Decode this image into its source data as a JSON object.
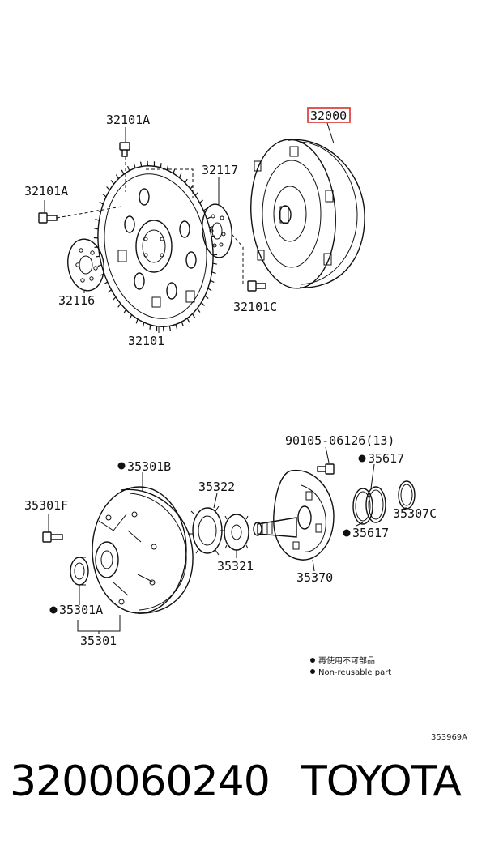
{
  "diagram": {
    "labels": {
      "l_32101A_top": "32101A",
      "l_32101A_left": "32101A",
      "l_32117": "32117",
      "l_32000": "32000",
      "l_32116": "32116",
      "l_32101C": "32101C",
      "l_32101": "32101",
      "l_35301B": "35301B",
      "l_35322": "35322",
      "l_90105": "90105-06126(13)",
      "l_35617_top": "35617",
      "l_35301F": "35301F",
      "l_35307C": "35307C",
      "l_35617_bottom": "35617",
      "l_35321": "35321",
      "l_35370": "35370",
      "l_35301A": "35301A",
      "l_35301": "35301"
    },
    "legend": {
      "line_cn": "再使用不可部品",
      "line_en": "Non-reusable part"
    },
    "figure_code": "353969A",
    "highlight_color": "#d9302c"
  },
  "footer": {
    "part_number": "3200060240",
    "brand": "TOYOTA"
  }
}
